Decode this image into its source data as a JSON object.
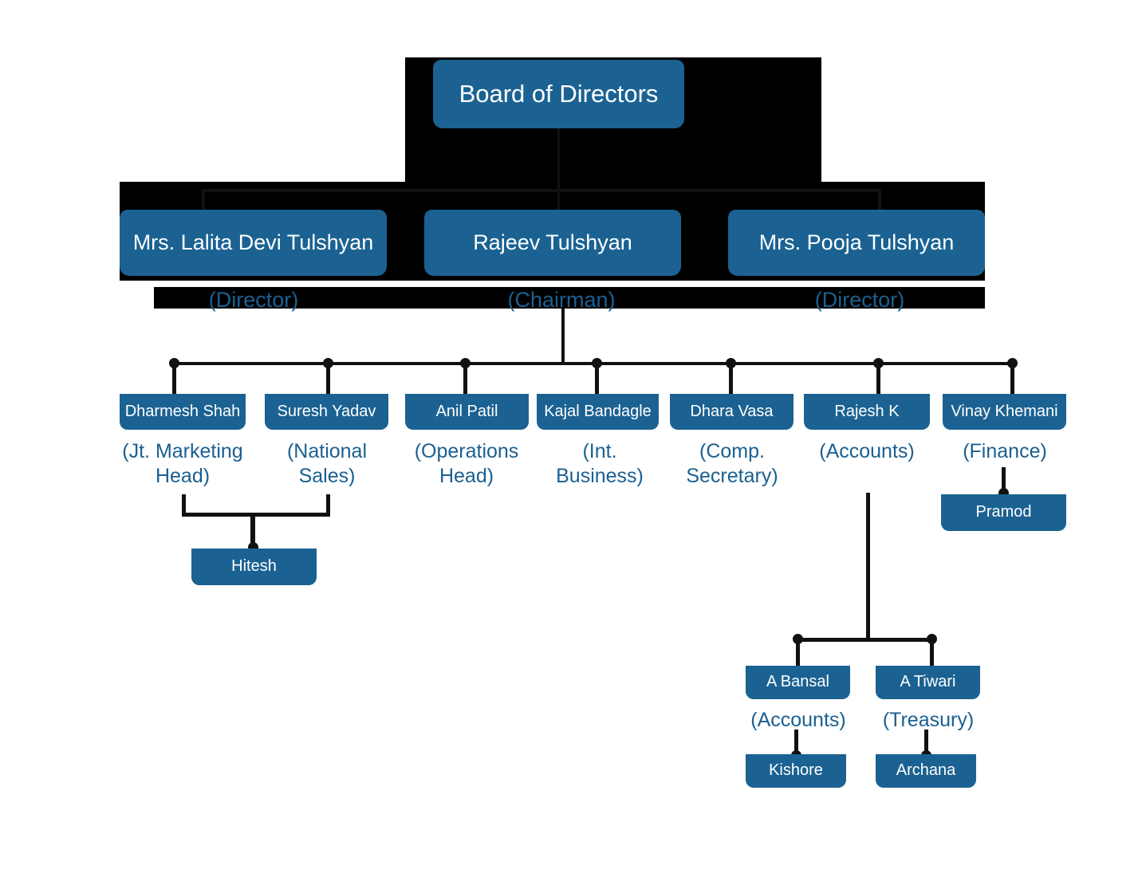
{
  "chart": {
    "title": "Organization Chart",
    "accent_color": "#1b6292",
    "role_text_color": "#1b6090",
    "connector_color": "#111111",
    "backdrop_color": "#000000",
    "node_text_color": "#ffffff"
  },
  "nodes": {
    "board": {
      "label": "Board of Directors"
    },
    "lalita": {
      "label": "Mrs. Lalita Devi Tulshyan",
      "role": "(Director)"
    },
    "rajeev": {
      "label": "Rajeev Tulshyan",
      "role": "(Chairman)"
    },
    "pooja": {
      "label": "Mrs. Pooja Tulshyan",
      "role": "(Director)"
    },
    "dharmesh": {
      "label": "Dharmesh Shah",
      "role": "(Jt. Marketing Head)"
    },
    "suresh": {
      "label": "Suresh Yadav",
      "role": "(National Sales)"
    },
    "anil": {
      "label": "Anil Patil",
      "role": "(Operations Head)"
    },
    "kajal": {
      "label": "Kajal Bandagle",
      "role": "(Int. Business)"
    },
    "dhara": {
      "label": "Dhara Vasa",
      "role": "(Comp. Secretary)"
    },
    "rajesh": {
      "label": "Rajesh K",
      "role": "(Accounts)"
    },
    "vinay": {
      "label": "Vinay Khemani",
      "role": "(Finance)"
    },
    "hitesh": {
      "label": "Hitesh"
    },
    "pramod": {
      "label": "Pramod"
    },
    "abansal": {
      "label": "A Bansal",
      "role": "(Accounts)"
    },
    "atiwari": {
      "label": "A Tiwari",
      "role": "(Treasury)"
    },
    "kishore": {
      "label": "Kishore"
    },
    "archana": {
      "label": "Archana"
    }
  },
  "role_lines": {
    "dharmesh_l1": "(Jt. Marketing",
    "dharmesh_l2": "Head)",
    "suresh_l1": "(National",
    "suresh_l2": "Sales)",
    "anil_l1": "(Operations",
    "anil_l2": "Head)",
    "kajal_l1": "(Int.",
    "kajal_l2": "Business)",
    "dhara_l1": "(Comp.",
    "dhara_l2": "Secretary)",
    "rajesh_l1": "(Accounts)",
    "vinay_l1": "(Finance)"
  }
}
